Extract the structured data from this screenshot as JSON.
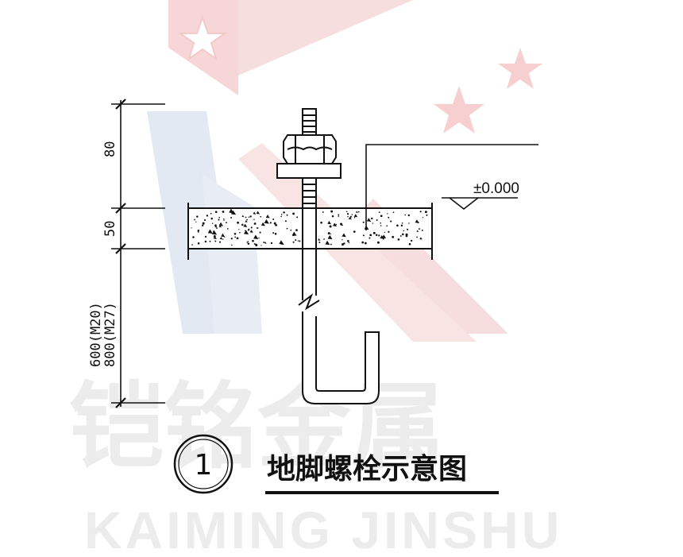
{
  "colors": {
    "line": "#111111",
    "watermark_red": "#f6d6d6",
    "watermark_blue": "#dfe6f1",
    "watermark_text": "#ececec"
  },
  "watermark": {
    "logo": "kaiming-k-star-logo",
    "name_cn": "铠铭金属",
    "name_en": "KAIMING JINSHU"
  },
  "dimensions": {
    "top": "80",
    "middle": "50",
    "bottom_line1": "600(M20)",
    "bottom_line2": "800(M27)"
  },
  "elevation": {
    "label": "±0.000"
  },
  "caption": {
    "number": "1",
    "title": "地脚螺栓示意图"
  }
}
